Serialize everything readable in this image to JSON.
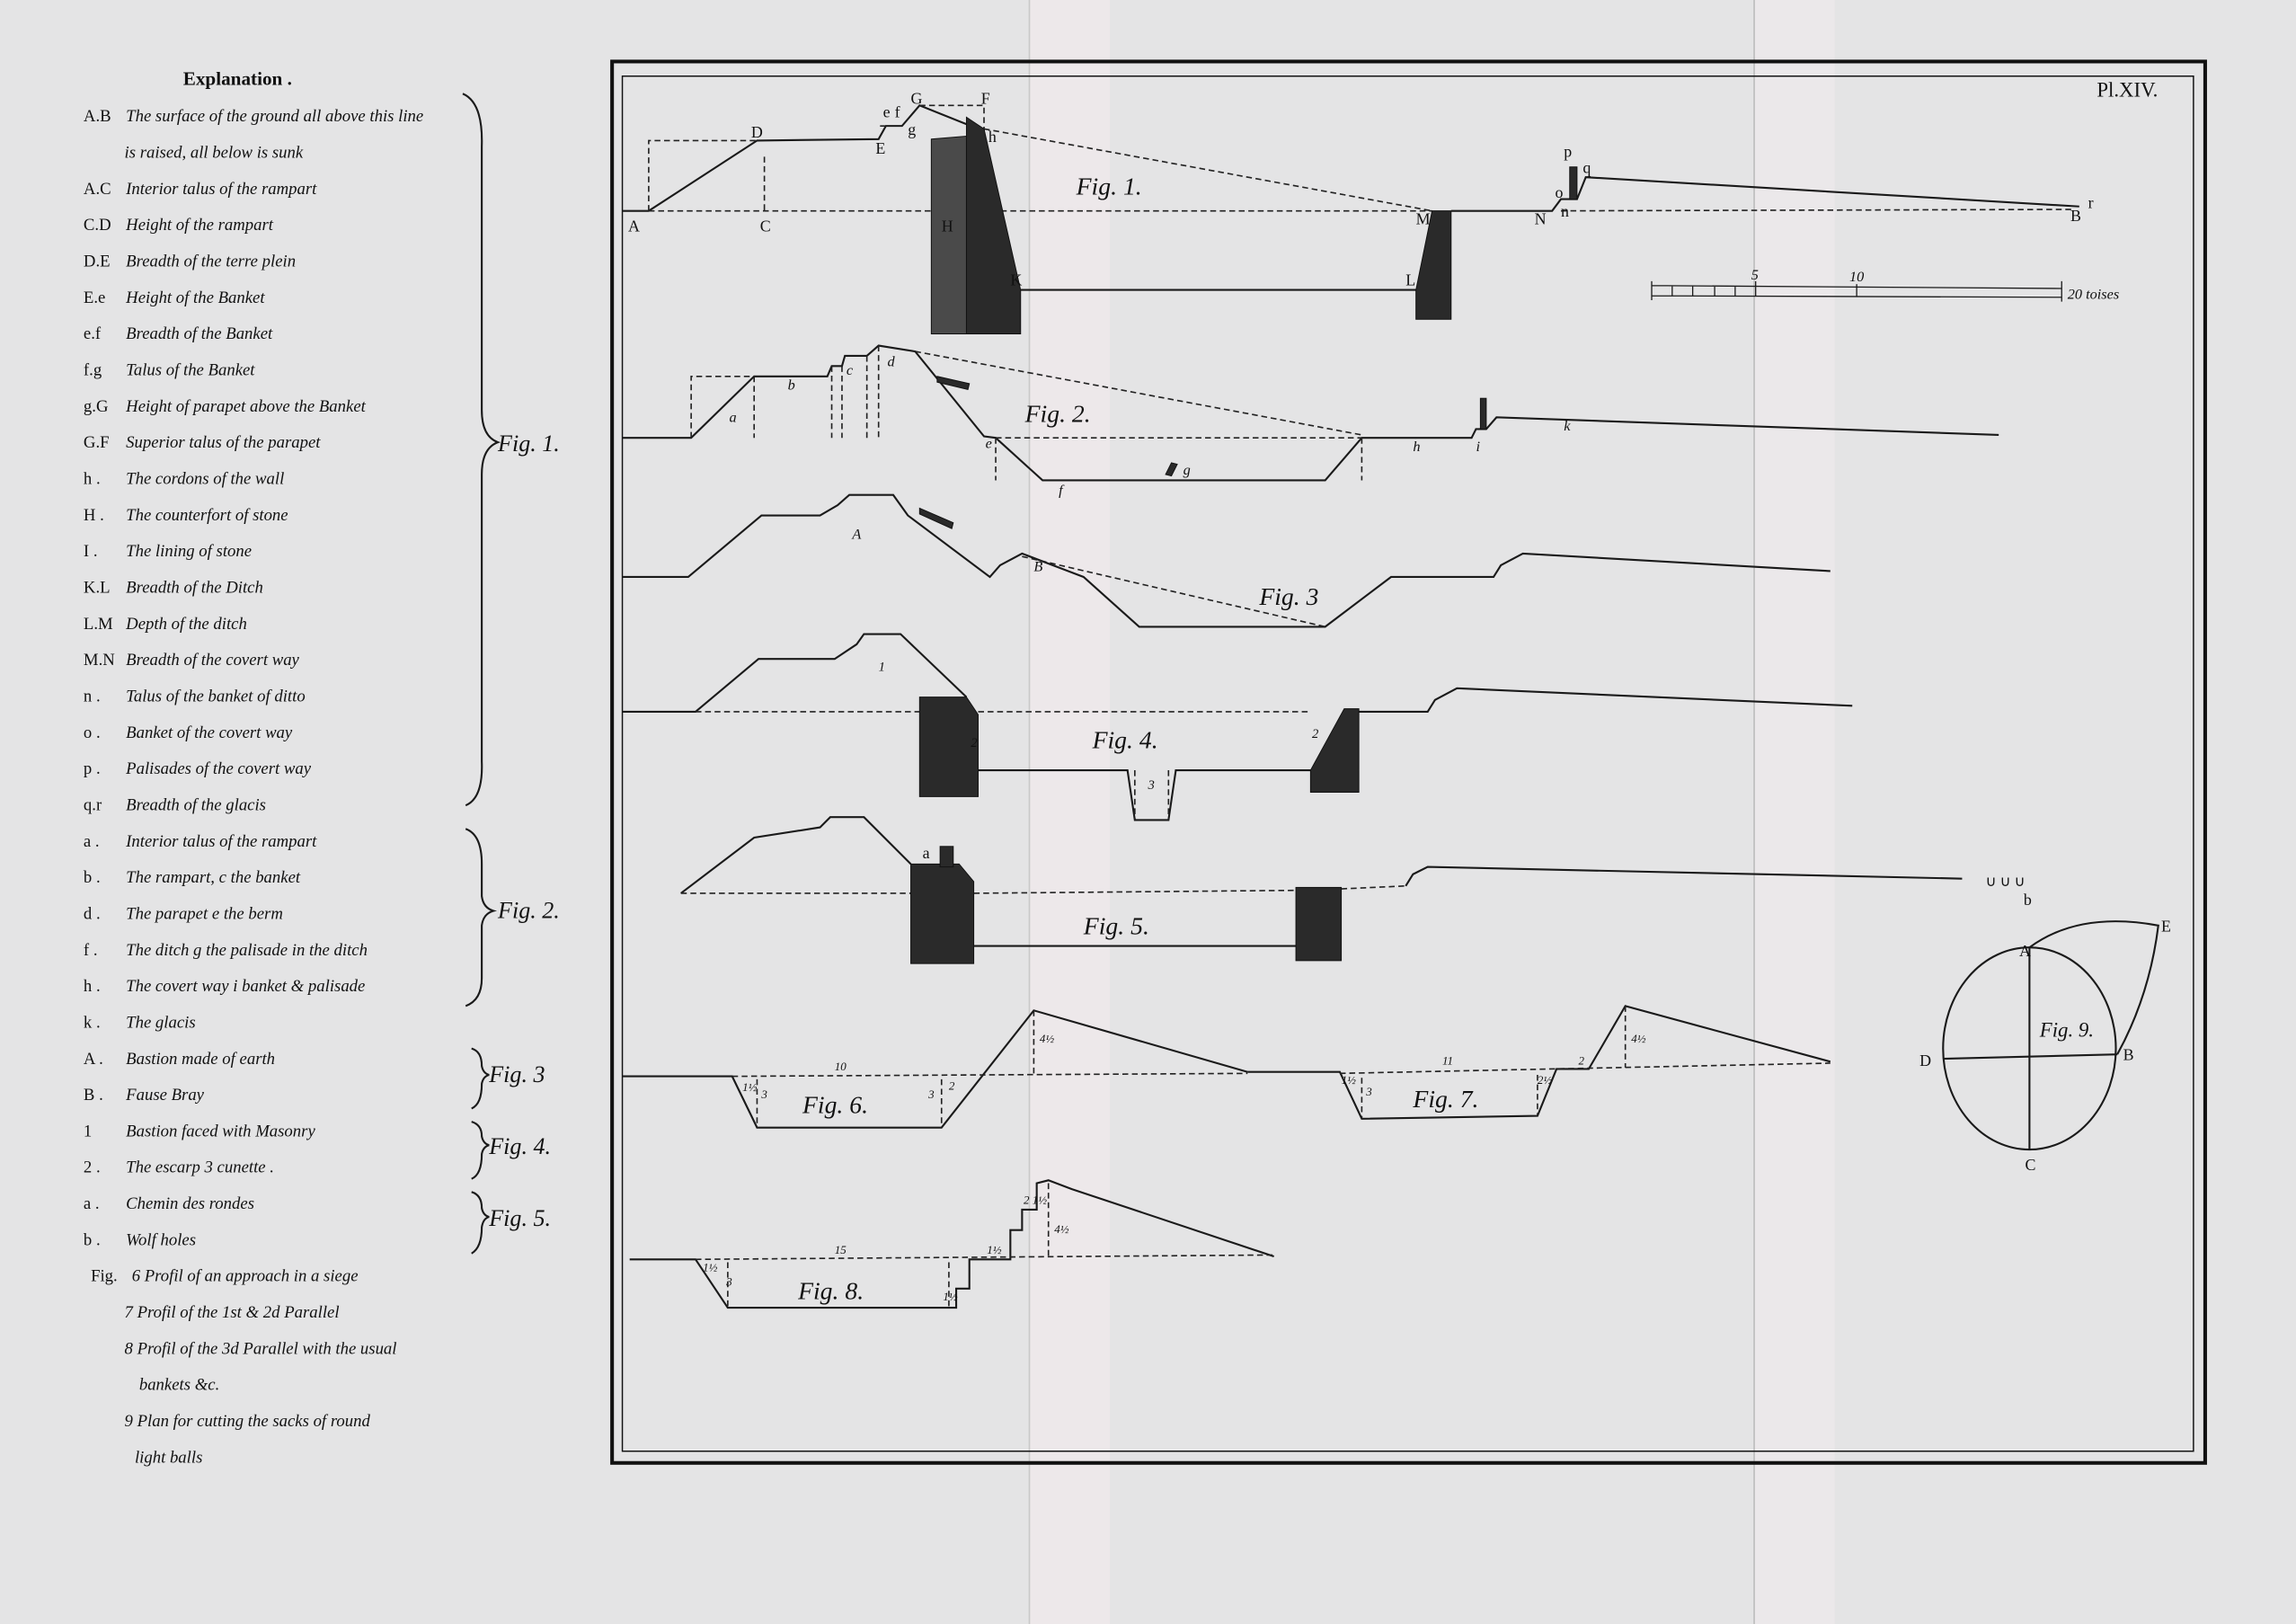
{
  "plate_number": "Pl.XIV.",
  "explanation": {
    "title": "Explanation .",
    "rows": [
      {
        "key": "A.B",
        "text": "The surface of the ground all above this line"
      },
      {
        "key": "",
        "text": "is raised, all below is sunk"
      },
      {
        "key": "A.C",
        "text": "Interior talus of the rampart"
      },
      {
        "key": "C.D",
        "text": "Height of the rampart"
      },
      {
        "key": "D.E",
        "text": "Breadth of the terre plein"
      },
      {
        "key": "E.e",
        "text": "Height of the Banket"
      },
      {
        "key": "e.f",
        "text": "Breadth of the Banket"
      },
      {
        "key": "f.g",
        "text": "Talus of the Banket"
      },
      {
        "key": "g.G",
        "text": "Height of parapet above the Banket"
      },
      {
        "key": "G.F",
        "text": "Superior talus of the parapet"
      },
      {
        "key": "h .",
        "text": "The cordons of the wall"
      },
      {
        "key": "H .",
        "text": "The counterfort of stone"
      },
      {
        "key": "I .",
        "text": "The lining of stone"
      },
      {
        "key": "K.L",
        "text": "Breadth of the Ditch"
      },
      {
        "key": "L.M",
        "text": "Depth of the ditch"
      },
      {
        "key": "M.N",
        "text": "Breadth of the covert way"
      },
      {
        "key": "n .",
        "text": "Talus of the banket of ditto"
      },
      {
        "key": "o .",
        "text": "Banket of the covert way"
      },
      {
        "key": "p .",
        "text": "Palisades of the covert way"
      },
      {
        "key": "q.r",
        "text": "Breadth of the glacis"
      },
      {
        "key": "a .",
        "text": "Interior talus of the rampart"
      },
      {
        "key": "b .",
        "text": "The rampart, c the banket"
      },
      {
        "key": "d .",
        "text": "The parapet e the berm"
      },
      {
        "key": "f .",
        "text": "The ditch g the palisade in the ditch"
      },
      {
        "key": "h .",
        "text": "The covert way i banket & palisade"
      },
      {
        "key": "k .",
        "text": "The glacis"
      },
      {
        "key": "A .",
        "text": "Bastion made of earth"
      },
      {
        "key": "B .",
        "text": "Fause Bray"
      },
      {
        "key": "1",
        "text": "Bastion faced with Masonry"
      },
      {
        "key": "2 .",
        "text": "The escarp 3 cunette ."
      },
      {
        "key": "a .",
        "text": "Chemin des rondes"
      },
      {
        "key": "b .",
        "text": "Wolf holes"
      },
      {
        "key": "Fig.",
        "text": "6 Profil of an approach in a siege"
      },
      {
        "key": "",
        "text": "7 Profil of the 1st & 2d Parallel"
      },
      {
        "key": "",
        "text": "8 Profil of the 3d Parallel with the usual"
      },
      {
        "key": "",
        "text": "bankets &c."
      },
      {
        "key": "",
        "text": "9 Plan for cutting the sacks of round"
      },
      {
        "key": "",
        "text": "light balls"
      }
    ]
  },
  "braces": [
    "Fig. 1.",
    "Fig. 2.",
    "Fig. 3",
    "Fig. 4.",
    "Fig. 5."
  ],
  "figures": {
    "fig1": {
      "title": "Fig. 1.",
      "points": [
        "A",
        "C",
        "D",
        "E",
        "e",
        "f",
        "g",
        "G",
        "F",
        "h",
        "H",
        "K",
        "L",
        "M",
        "N",
        "n",
        "o",
        "p",
        "q",
        "r",
        "B"
      ]
    },
    "fig2": {
      "title": "Fig. 2.",
      "points": [
        "a",
        "b",
        "c",
        "d",
        "e",
        "f",
        "g",
        "h",
        "i",
        "k"
      ]
    },
    "fig3": {
      "title": "Fig. 3",
      "points": [
        "A",
        "B"
      ]
    },
    "fig4": {
      "title": "Fig. 4.",
      "points": [
        "1",
        "2",
        "2",
        "3"
      ]
    },
    "fig5": {
      "title": "Fig. 5.",
      "points": [
        "a",
        "b"
      ],
      "wolf_holes": "∪ ∪ ∪"
    },
    "fig6": {
      "title": "Fig. 6.",
      "dims": [
        "10",
        "1½",
        "3",
        "3",
        "2",
        "4½"
      ]
    },
    "fig7": {
      "title": "Fig. 7.",
      "dims": [
        "11",
        "1½",
        "3",
        "2½",
        "2",
        "4½"
      ]
    },
    "fig8": {
      "title": "Fig. 8.",
      "dims": [
        "15",
        "1½",
        "3",
        "1½",
        "1½",
        "2",
        "1½",
        "4½"
      ]
    },
    "fig9": {
      "title": "Fig. 9.",
      "points": [
        "A",
        "B",
        "C",
        "D",
        "E"
      ]
    }
  },
  "scale": {
    "ticks": [
      "5",
      "10"
    ],
    "label": "20 toises"
  }
}
